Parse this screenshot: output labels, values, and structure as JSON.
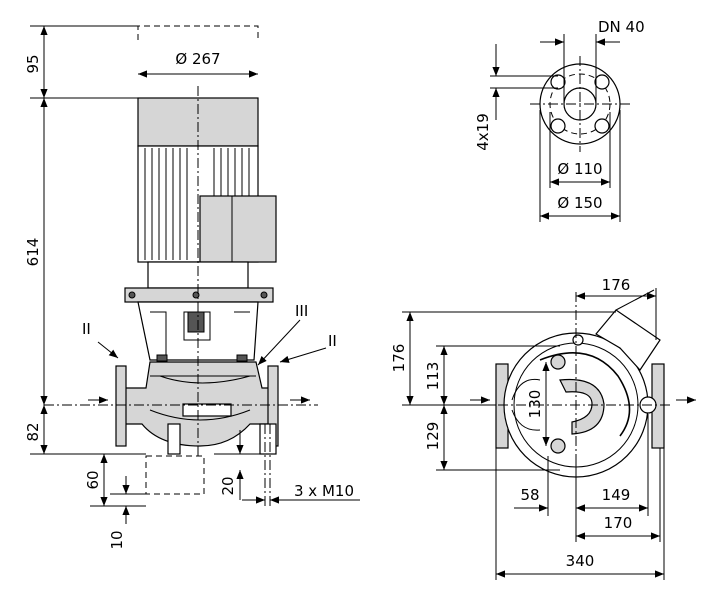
{
  "side_view": {
    "dim_motor_top": "95",
    "dim_motor_height": "614",
    "dim_axis_to_base": "82",
    "dim_foot_60": "60",
    "dim_foot_10": "10",
    "dim_motor_dia": "Ø 267",
    "dim_bolt_20": "20",
    "thread_note": "3 x M10",
    "label_II_left": "II",
    "label_III": "III",
    "label_II_right": "II"
  },
  "flange_view": {
    "dn": "DN 40",
    "holes": "4x19",
    "bolt_circle": "Ø 110",
    "flange_dia": "Ø 150"
  },
  "top_view": {
    "dim_176_top": "176",
    "dim_176_left": "176",
    "dim_113": "113",
    "dim_129": "129",
    "dim_130": "130",
    "dim_58": "58",
    "dim_149": "149",
    "dim_170": "170",
    "dim_340": "340"
  }
}
